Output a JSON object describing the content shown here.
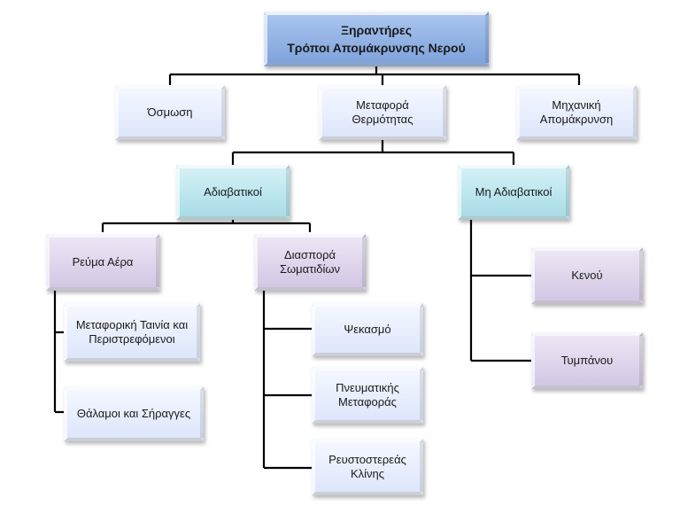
{
  "root": {
    "title": "Ξηραντήρες",
    "subtitle": "Τρόποι Απομάκρυνσης Νερού"
  },
  "level1": {
    "osmosis": "Όσμωση",
    "heat_transfer": "Μεταφορά\nΘερμότητας",
    "mechanical": "Μηχανική\nΑπομάκρυνση"
  },
  "level2": {
    "adiabatic": "Αδιαβατικοί",
    "non_adiabatic": "Μη Αδιαβατικοί"
  },
  "level3": {
    "air_flow": "Ρεύμα Αέρα",
    "particle_dispersion": "Διασπορά\nΣωματιδίων"
  },
  "air_flow_items": [
    "Μεταφορική Ταινία και\nΠεριστρεφόμενοι",
    "Θάλαμοι και Σήραγγες"
  ],
  "dispersion_items": [
    "Ψεκασμό",
    "Πνευματικής\nΜεταφοράς",
    "Ρευστοστερεάς\nΚλίνης"
  ],
  "non_adiabatic_items": [
    "Κενού",
    "Τυμπάνου"
  ]
}
